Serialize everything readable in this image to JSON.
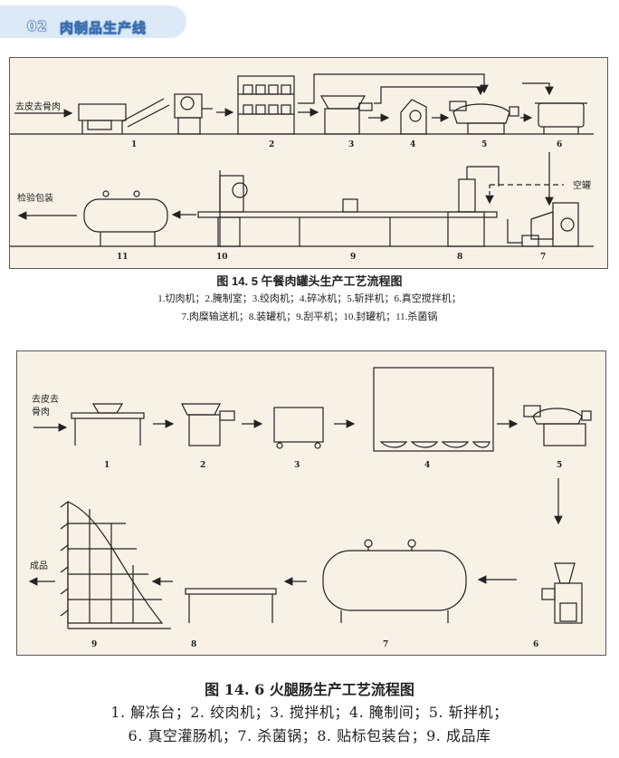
{
  "section": {
    "number": "02",
    "title": "肉制品生产线"
  },
  "fig1": {
    "input_label": "去皮去骨肉",
    "output_label": "检验包装",
    "side_label": "空罐",
    "numbers": [
      "1",
      "2",
      "3",
      "4",
      "5",
      "6",
      "7",
      "8",
      "9",
      "10",
      "11"
    ],
    "caption": "图 14. 5 午餐肉罐头生产工艺流程图",
    "legend_line1": "1.切肉机；2.腌制室；3.绞肉机；4.碎冰机；5.斩拌机；6.真空搅拌机；",
    "legend_line2": "7.肉糜输送机；8.装罐机；9.刮平机；10.封罐机；11.杀菌锅"
  },
  "fig2": {
    "input_label_line1": "去皮去",
    "input_label_line2": "骨肉",
    "output_label": "成品",
    "numbers": [
      "1",
      "2",
      "3",
      "4",
      "5",
      "6",
      "7",
      "8",
      "9"
    ],
    "caption": "图 14. 6 火腿肠生产工艺流程图",
    "legend_line1": "1. 解冻台；2. 绞肉机；3. 搅拌机；4. 腌制间；5. 斩拌机；",
    "legend_line2": "6. 真空灌肠机；7. 杀菌锅；8. 贴标包装台；9. 成品库"
  }
}
